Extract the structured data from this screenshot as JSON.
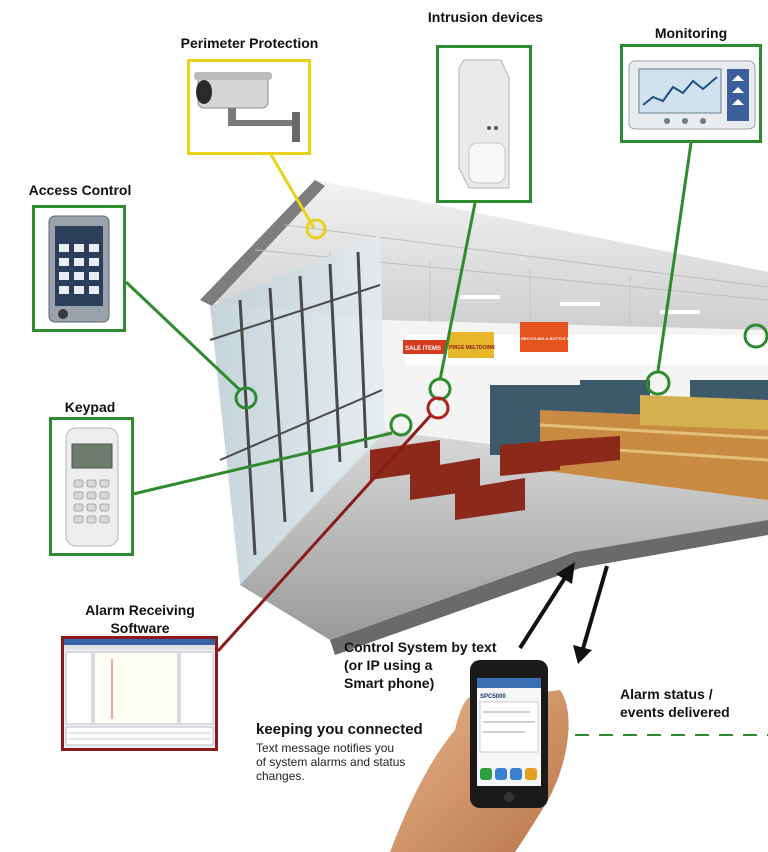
{
  "labels": {
    "intrusion": "Intrusion devices",
    "perimeter": "Perimeter Protection",
    "monitoring": "Monitoring",
    "access": "Access Control",
    "keypad": "Keypad",
    "alarm_software_line1": "Alarm Receiving",
    "alarm_software_line2": "Software"
  },
  "control": {
    "line1": "Control System by text",
    "line2": "(or IP using a",
    "line3": "Smart phone)"
  },
  "status": {
    "line1": "Alarm status /",
    "line2": "events delivered"
  },
  "keeping": {
    "title": "keeping you connected",
    "line1": "Text message notifies you",
    "line2": "of system alarms and status",
    "line3": "changes."
  },
  "store_signs": {
    "sale": "SALE ITEMS",
    "price": "PRICE MELTDOWN",
    "recycling": "RECYCLING & BOTTLE DEPOT"
  },
  "phone": {
    "app_title": "SPC5000"
  },
  "colors": {
    "green": "#2e8b2e",
    "yellow": "#e8d21a",
    "red": "#8b1a1a"
  }
}
